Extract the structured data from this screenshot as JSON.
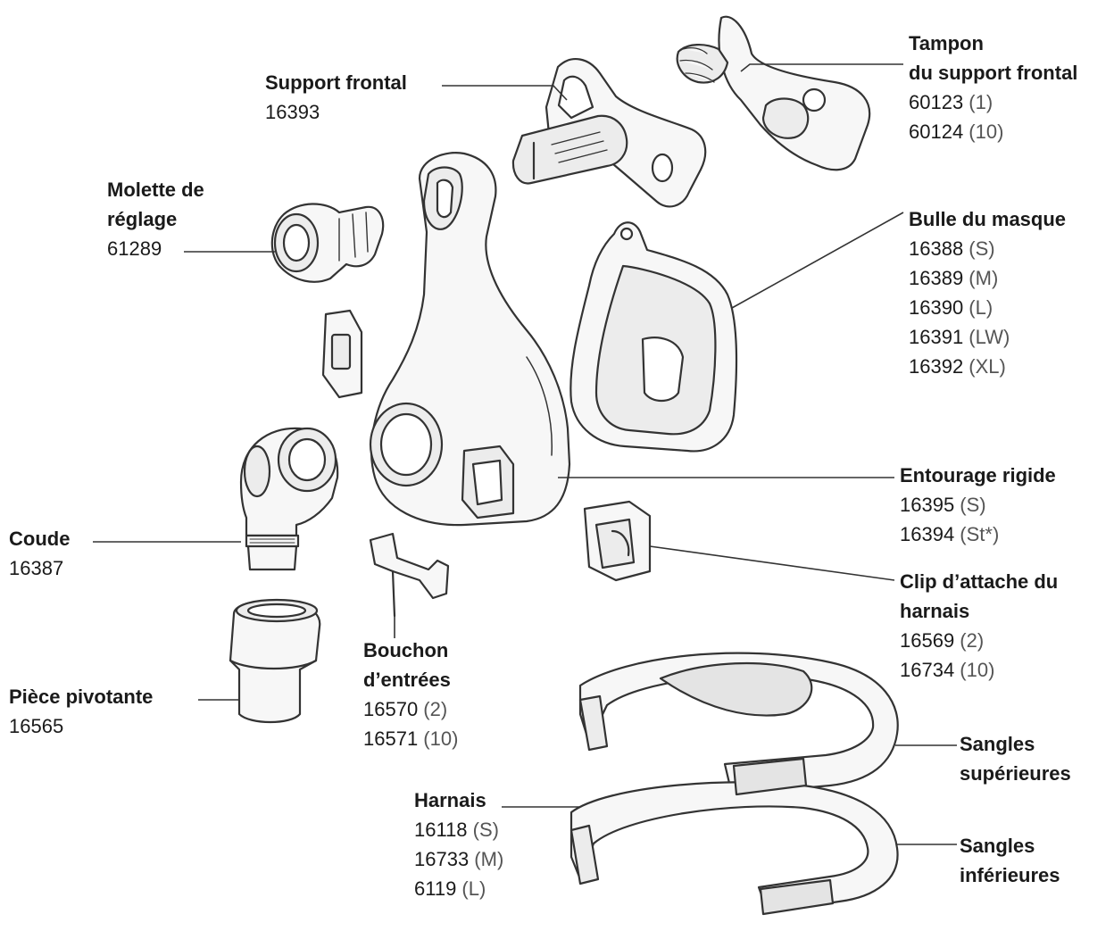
{
  "labels": {
    "support_frontal": {
      "title": [
        "Support frontal"
      ],
      "codes": [
        {
          "code": "16393",
          "qual": ""
        }
      ]
    },
    "tampon": {
      "title": [
        "Tampon",
        "du support frontal"
      ],
      "codes": [
        {
          "code": "60123",
          "qual": " (1)"
        },
        {
          "code": "60124",
          "qual": " (10)"
        }
      ]
    },
    "molette": {
      "title": [
        "Molette de",
        "réglage"
      ],
      "codes": [
        {
          "code": "61289",
          "qual": ""
        }
      ]
    },
    "bulle": {
      "title": [
        "Bulle du masque"
      ],
      "codes": [
        {
          "code": "16388",
          "qual": " (S)"
        },
        {
          "code": "16389",
          "qual": " (M)"
        },
        {
          "code": "16390",
          "qual": " (L)"
        },
        {
          "code": "16391",
          "qual": " (LW)"
        },
        {
          "code": "16392",
          "qual": " (XL)"
        }
      ]
    },
    "entourage": {
      "title": [
        "Entourage rigide"
      ],
      "codes": [
        {
          "code": "16395",
          "qual": " (S)"
        },
        {
          "code": "16394",
          "qual": " (St*)"
        }
      ]
    },
    "coude": {
      "title": [
        "Coude"
      ],
      "codes": [
        {
          "code": "16387",
          "qual": ""
        }
      ]
    },
    "clip": {
      "title": [
        "Clip d’attache du",
        "harnais"
      ],
      "codes": [
        {
          "code": "16569",
          "qual": " (2)"
        },
        {
          "code": "16734",
          "qual": " (10)"
        }
      ]
    },
    "bouchon": {
      "title": [
        "Bouchon",
        "d’entrées"
      ],
      "codes": [
        {
          "code": "16570",
          "qual": " (2)"
        },
        {
          "code": "16571",
          "qual": " (10)"
        }
      ]
    },
    "piece": {
      "title": [
        "Pièce pivotante"
      ],
      "codes": [
        {
          "code": "16565",
          "qual": ""
        }
      ]
    },
    "sangles_sup": {
      "title": [
        "Sangles",
        "supérieures"
      ],
      "codes": []
    },
    "harnais": {
      "title": [
        "Harnais"
      ],
      "codes": [
        {
          "code": "16118",
          "qual": " (S)"
        },
        {
          "code": "16733",
          "qual": " (M)"
        },
        {
          "code": "6119",
          "qual": " (L)"
        }
      ]
    },
    "sangles_inf": {
      "title": [
        "Sangles",
        "inférieures"
      ],
      "codes": []
    }
  },
  "colors": {
    "ink": "#1a1a1a",
    "line": "#333333",
    "part_fill": "#f7f7f7",
    "shade": "#d9d9d9"
  }
}
